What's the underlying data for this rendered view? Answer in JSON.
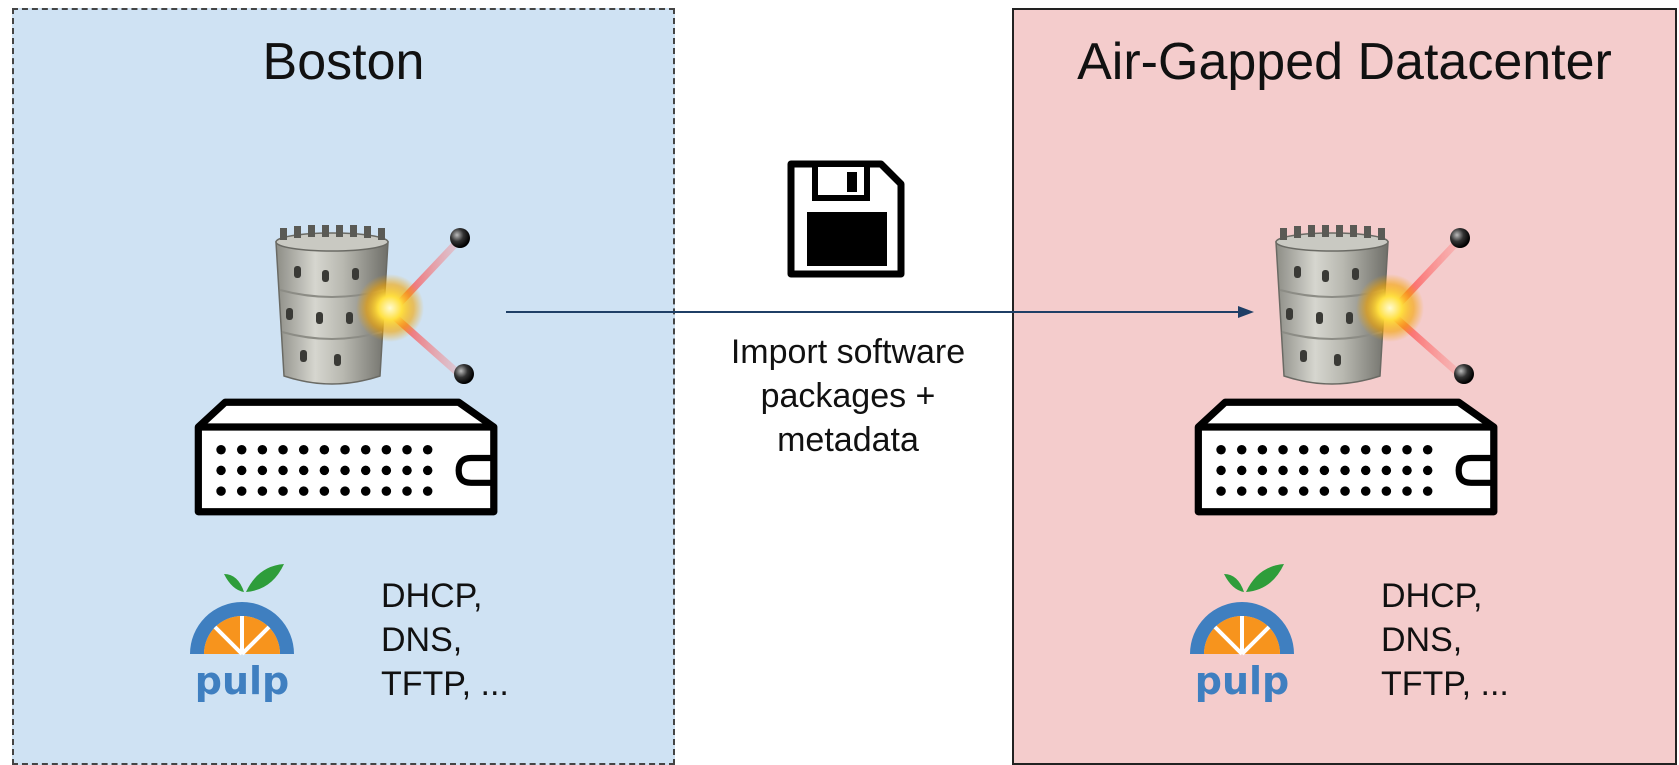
{
  "zones": {
    "boston": {
      "title": "Boston",
      "services": [
        "DHCP,",
        "DNS,",
        "TFTP, ..."
      ],
      "logo_text": "pulp"
    },
    "airgap": {
      "title": "Air-Gapped Datacenter",
      "services": [
        "DHCP,",
        "DNS,",
        "TFTP, ..."
      ],
      "logo_text": "pulp"
    }
  },
  "transfer": {
    "label_lines": [
      "Import software",
      "packages +",
      "metadata"
    ],
    "icon": "floppy-disk-icon"
  },
  "icons": {
    "server": "server-icon",
    "tower": "foreman-tower-icon",
    "logo": "pulp-logo-icon"
  },
  "colors": {
    "boston_bg": "#cfe2f3",
    "airgap_bg": "#f4cccc",
    "arrow": "#1f3f66",
    "pulp_blue": "#3f7fc0",
    "pulp_orange": "#f7941d",
    "pulp_green": "#2e9d3a"
  }
}
